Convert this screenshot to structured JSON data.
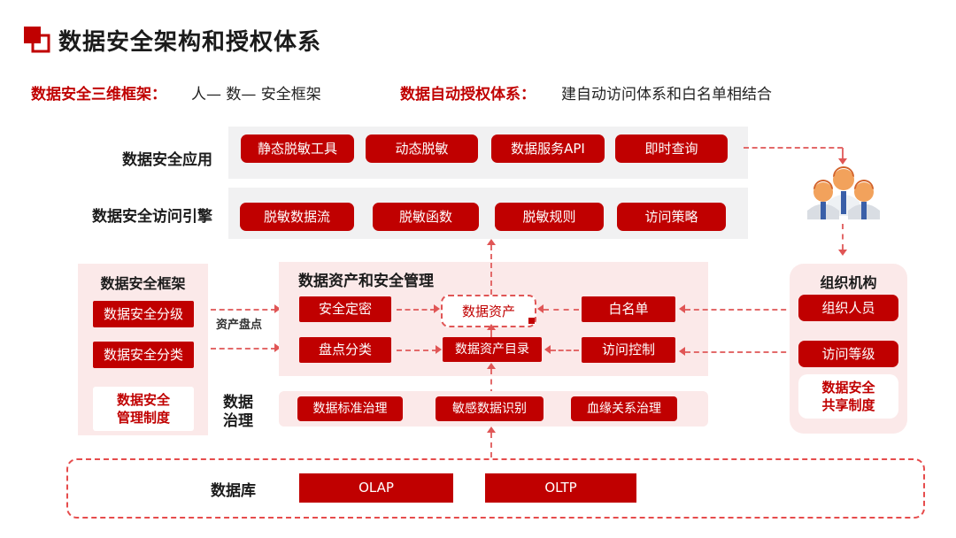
{
  "colors": {
    "accent_red": "#c00000",
    "panel_pink": "#fbe9e9",
    "panel_gray": "#f1f1f2",
    "dash_red": "#e36a6a"
  },
  "header": {
    "title": "数据安全架构和授权体系"
  },
  "intro": {
    "left_label": "数据安全三维框架：",
    "left_text": "人— 数— 安全框架",
    "right_label": "数据自动授权体系：",
    "right_text": "建自动访问体系和白名单相结合"
  },
  "app_row": {
    "label": "数据安全应用",
    "buttons": [
      "静态脱敏工具",
      "动态脱敏",
      "数据服务API",
      "即时查询"
    ]
  },
  "engine_row": {
    "label": "数据安全访问引擎",
    "buttons": [
      "脱敏数据流",
      "脱敏函数",
      "脱敏规则",
      "访问策略"
    ]
  },
  "framework_box": {
    "title": "数据安全框架",
    "items": [
      "数据安全分级",
      "数据安全分类"
    ],
    "policy_line1": "数据安全",
    "policy_line2": "管理制度"
  },
  "asset_inventory_label": "资产盘点",
  "asset_mgmt_box": {
    "title": "数据资产和安全管理",
    "security_classify": "安全定密",
    "inventory_classify": "盘点分类",
    "data_asset": "数据资产",
    "data_asset_catalog": "数据资产目录",
    "whitelist": "白名单",
    "access_control": "访问控制"
  },
  "org_box": {
    "title": "组织机构",
    "items": [
      "组织人员",
      "访问等级"
    ],
    "share_line1": "数据安全",
    "share_line2": "共享制度"
  },
  "governance": {
    "label_line1": "数据",
    "label_line2": "治理",
    "buttons": [
      "数据标准治理",
      "敏感数据识别",
      "血缘关系治理"
    ]
  },
  "database": {
    "label": "数据库",
    "buttons": [
      "OLAP",
      "OLTP"
    ]
  }
}
